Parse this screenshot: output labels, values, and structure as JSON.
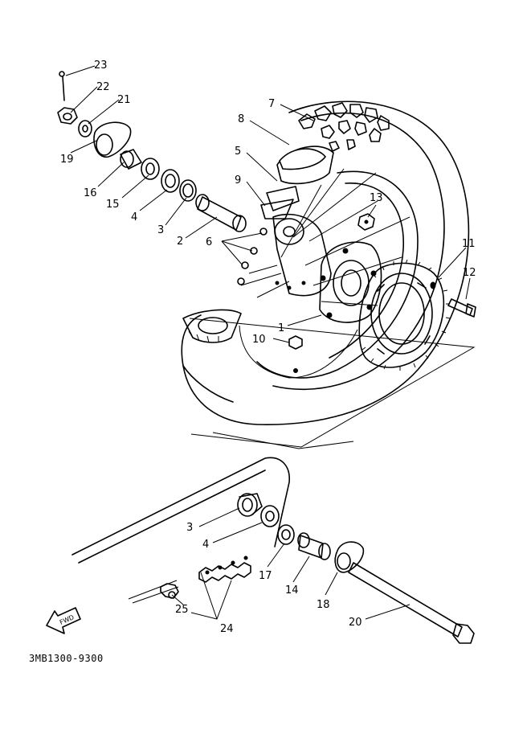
{
  "callouts": [
    {
      "id": "c23",
      "text": "23"
    },
    {
      "id": "c22",
      "text": "22"
    },
    {
      "id": "c21",
      "text": "21"
    },
    {
      "id": "c19",
      "text": "19"
    },
    {
      "id": "c16",
      "text": "16"
    },
    {
      "id": "c15",
      "text": "15"
    },
    {
      "id": "c4a",
      "text": "4"
    },
    {
      "id": "c3a",
      "text": "3"
    },
    {
      "id": "c2",
      "text": "2"
    },
    {
      "id": "c6",
      "text": "6"
    },
    {
      "id": "c7",
      "text": "7"
    },
    {
      "id": "c8",
      "text": "8"
    },
    {
      "id": "c5",
      "text": "5"
    },
    {
      "id": "c9",
      "text": "9"
    },
    {
      "id": "c13",
      "text": "13"
    },
    {
      "id": "c11",
      "text": "11"
    },
    {
      "id": "c12",
      "text": "12"
    },
    {
      "id": "c1",
      "text": "1"
    },
    {
      "id": "c10",
      "text": "10"
    },
    {
      "id": "c3b",
      "text": "3"
    },
    {
      "id": "c4b",
      "text": "4"
    },
    {
      "id": "c17",
      "text": "17"
    },
    {
      "id": "c14",
      "text": "14"
    },
    {
      "id": "c18",
      "text": "18"
    },
    {
      "id": "c20",
      "text": "20"
    },
    {
      "id": "c25",
      "text": "25"
    },
    {
      "id": "c24",
      "text": "24"
    }
  ],
  "fwd_label": "FWD",
  "drawing_code": "3MB1300-9300"
}
